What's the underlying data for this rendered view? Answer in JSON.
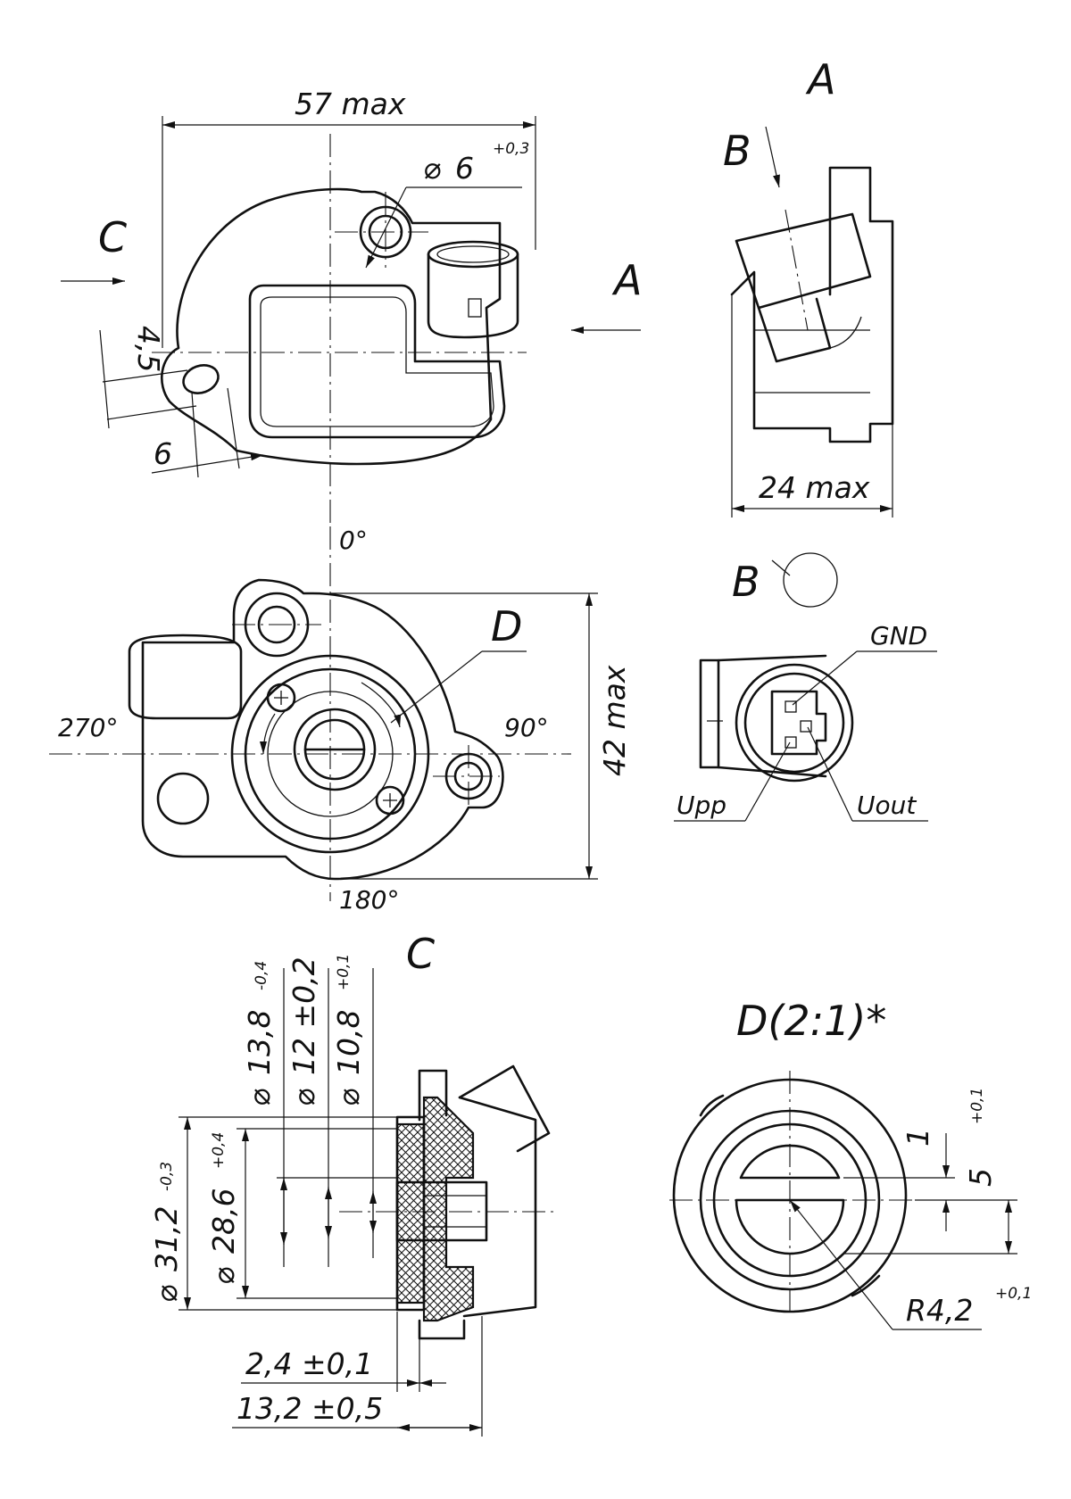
{
  "views": {
    "top": {
      "label_c": "C",
      "label_a": "A"
    },
    "side_a": {
      "title": "A",
      "label_b": "B"
    },
    "front": {
      "label_d": "D"
    },
    "view_b": {
      "title": "B"
    },
    "section_c": {
      "title": "C"
    },
    "detail_d": {
      "title": "D(2:1)*"
    }
  },
  "dimensions": {
    "width_57": "57 max",
    "hole_6": "6",
    "hole_6_tol": "+0,3",
    "slot_45": "4,5",
    "slot_6": "6",
    "depth_24": "24 max",
    "height_42": "42 max",
    "angle_0": "0°",
    "angle_90": "90°",
    "angle_180": "180°",
    "angle_270": "270°",
    "d138": "13,8",
    "d138_tol": "-0,4",
    "d12": "12 ±0,2",
    "d108": "10,8",
    "d108_tol": "+0,1",
    "d312": "31,2",
    "d312_tol": "-0,3",
    "d286": "28,6",
    "d286_tol": "+0,4",
    "len24": "2,4  ±0,1",
    "len132": "13,2  ±0,5",
    "dd1": "1",
    "dd5": "5",
    "dd5_tol": "+0,1",
    "r42": "R4,2",
    "r42_tol": "+0,1"
  },
  "pins": {
    "gnd": "GND",
    "upp": "Upp",
    "uout": "Uout"
  },
  "symbols": {
    "diameter": "⌀"
  }
}
